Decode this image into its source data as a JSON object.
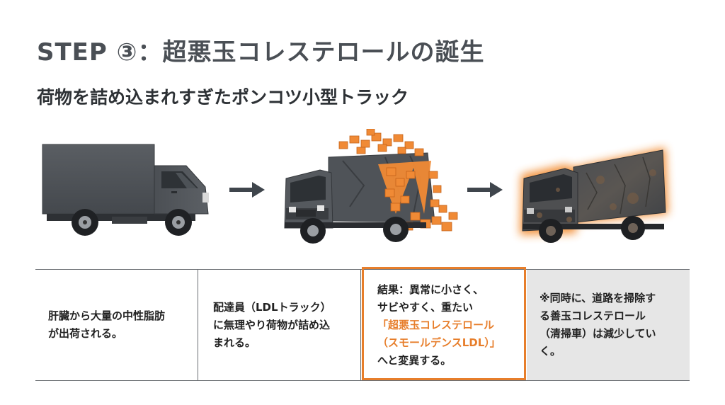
{
  "header": {
    "title": "STEP ③：超悪玉コレステロールの誕生",
    "subtitle": "荷物を詰め込まれすぎたポンコツ小型トラック"
  },
  "colors": {
    "accent": "#e77e2b",
    "truck_body": "#4e5257",
    "cargo": "#f08a35",
    "rust_glow": "#f28a2e",
    "text": "#2b2f33"
  },
  "icons": [
    "arrow-right-icon",
    "arrow-right-icon"
  ],
  "cells": {
    "c1": {
      "lines": [
        "肝臓から大量の中性脂肪",
        "が出荷される。"
      ]
    },
    "c2": {
      "lines": [
        "配達員（LDLトラック）",
        "に無理やり荷物が詰め込",
        "まれる。"
      ]
    },
    "c3": {
      "line1": "結果：異常に小さく、",
      "line2": "サビやすく、重たい",
      "line3": "「超悪玉コレステロール",
      "line4": "（スモールデンスLDL）」",
      "line5": "へと変異する。"
    },
    "c4": {
      "lines": [
        "※同時に、道路を掃除す",
        "る善玉コレステロール",
        "（清掃車）は減少してい",
        "く。"
      ]
    }
  }
}
